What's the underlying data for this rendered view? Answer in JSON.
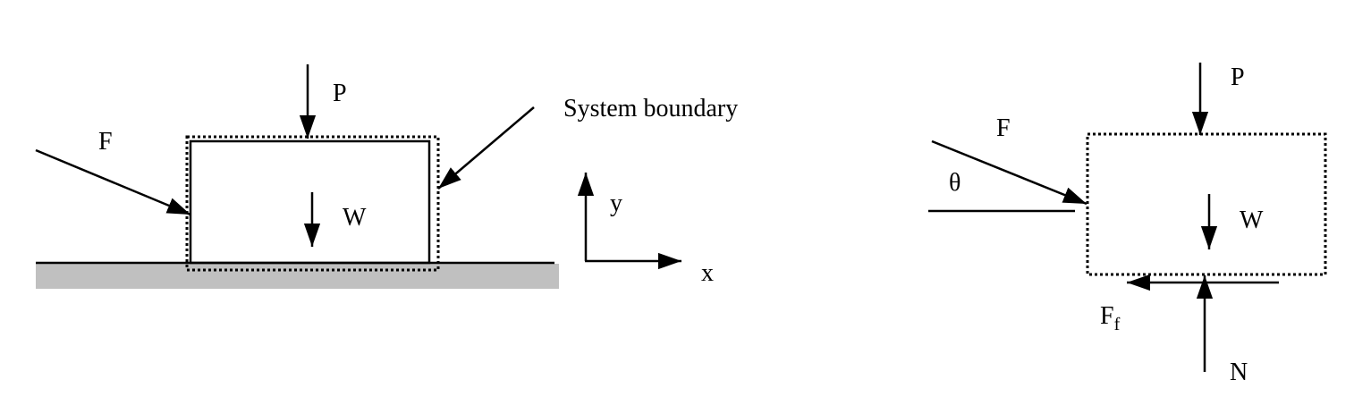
{
  "left_diagram": {
    "labels": {
      "P": "P",
      "F": "F",
      "W": "W",
      "system_boundary": "System boundary",
      "axis_x": "x",
      "axis_y": "y"
    },
    "ground_color": "#c0c0c0"
  },
  "right_diagram": {
    "labels": {
      "P": "P",
      "F": "F",
      "theta": "θ",
      "W": "W",
      "Ff_main": "F",
      "Ff_sub": "f",
      "N": "N"
    }
  }
}
